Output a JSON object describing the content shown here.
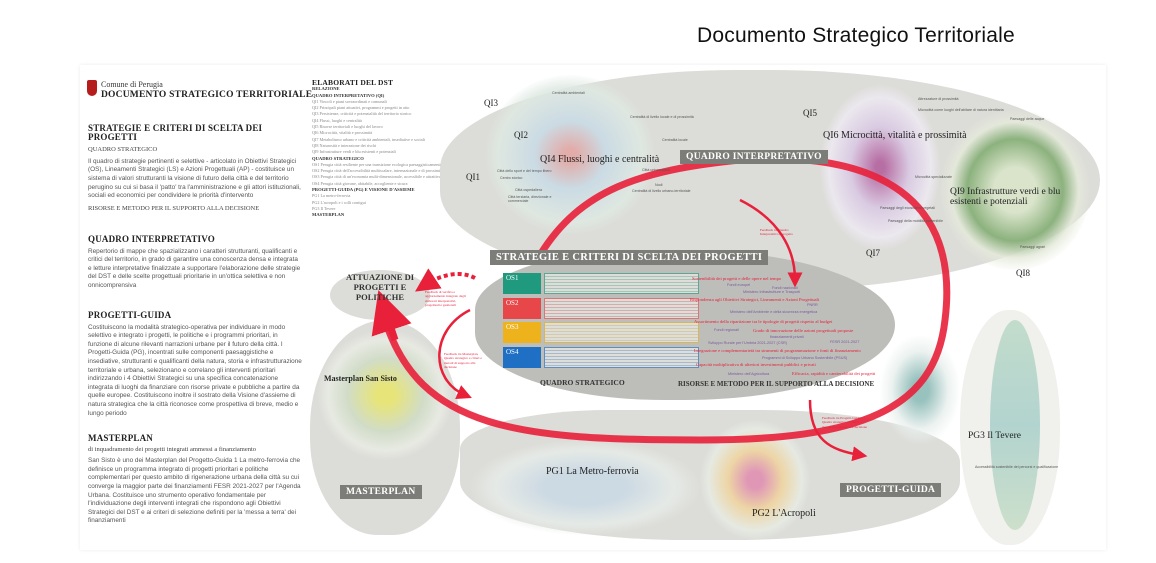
{
  "title": "Documento Strategico Territoriale",
  "header": {
    "comune": "Comune di Perugia",
    "doc": "DOCUMENTO STRATEGICO  TERRITORIALE"
  },
  "left": {
    "s1_title": "STRATEGIE E CRITERI DI SCELTA DEI PROGETTI",
    "s1_sub": "QUADRO STRATEGICO",
    "s1_text": "Il quadro di strategie pertinenti e selettive - articolato in Obiettivi Strategici (OS), Lineamenti Strategici (LS) e Azioni Progettuali (AP) - costituisce un sistema di valori strutturanti la visione di futuro della città e del territorio perugino su cui si basa il 'patto' tra l'amministrazione e gli attori istituzionali, sociali ed economici per condividere le priorità d'intervento",
    "s1_sub2": "RISORSE E METODO PER IL SUPPORTO ALLA DECISIONE",
    "s2_title": "QUADRO INTERPRETATIVO",
    "s2_text": "Repertorio di mappe che spazializzano i caratteri strutturanti, qualificanti e critici del territorio, in grado di garantire una conoscenza densa e integrata e letture interpretative finalizzate a supportare l'elaborazione delle strategie del DST e delle scelte progettuali prioritarie in un'ottica selettiva e non onnicomprensiva",
    "s3_title": "PROGETTI-GUIDA",
    "s3_text": "Costituiscono la modalità strategico-operativa per individuare in modo selettivo e integrato i progetti, le politiche e i programmi prioritari, in funzione di alcune rilevanti narrazioni urbane per il futuro della città. I Progetti-Guida (PG), incentrati sulle componenti paesaggistiche e insediative, strutturanti e qualificanti della natura, storia e infrastrutturazione territoriale e urbana, selezionano e correlano gli interventi prioritari indirizzando i 4 Obiettivi Strategici su una specifica concatenazione integrata di luoghi da finanziare con risorse private e pubbliche a partire da quelle europee. Costituiscono inoltre il sostrato della Visione d'assieme di natura strategica che la città riconosce come prospettiva di breve, medio e lungo periodo",
    "s4_title": "MASTERPLAN",
    "s4_sub": "di inquadramento dei progetti integrati ammessi a finanziamento",
    "s4_text": "San Sisto è uno dei Masterplan del Progetto-Guida 1 La metro-ferrovia che definisce un programma integrato di progetti prioritari e politiche complementari per questo ambito di rigenerazione urbana della città su cui converge la maggior parte dei finanziamenti FESR 2021-2027 per l'Agenda Urbana. Costituisce uno strumento operativo fondamentale per l'individuazione degli interventi integrati che rispondono agli Obiettivi Strategici del DST e ai criteri di selezione definiti per la 'messa a terra' dei finanziamenti"
  },
  "elaborati": {
    "title": "ELABORATI DEL DST",
    "relazione": "RELAZIONE",
    "qi": "QUADRO INTERPRETATIVO (QI)",
    "qi_items": [
      "QI1 Vincoli e piani sovraordinati e comunali",
      "QI2 Principali piani attuativi, programmi e progetti in atto",
      "QI3 Persistenze, criticità e potenzialità del territorio storico",
      "QI4 Flussi, luoghi e centralità",
      "QI5 Risorse territoriali e luoghi del lavoro",
      "QI6 Microcittà, vitalità e prossimità",
      "QI7 Metabolismo urbano e criticità ambientali, insediative e sociali",
      "QI8 Naturosità e interazione dei rischi",
      "QI9 Infrastrutture verdi e blu esistenti e potenziali"
    ],
    "qs": "QUADRO STRATEGICO",
    "qs_items": [
      "OS1 Perugia città resiliente per una transizione ecologica paesaggisticamente orientata",
      "OS2 Perugia città dell'accessibilità multiscalare, internazionale e di prossimità",
      "OS3 Perugia città di un'economia multi-dimensionale, accessibile e attrattiva",
      "OS4 Perugia città giovane, abitabile, accogliente e sicura"
    ],
    "pg": "PROGETTI-GUIDA (PG) E VISIONE D'ASSIEME",
    "pg_items": [
      "PG1 La metro-ferrovia",
      "PG2 L'acropoli e i colli contigui",
      "PG3 Il Tevere"
    ],
    "masterplan": "MASTERPLAN"
  },
  "diagram": {
    "attuazione": "ATTUAZIONE DI PROGETTI E POLITICHE",
    "strategie_tag": "STRATEGIE E CRITERI DI SCELTA DEI PROGETTI",
    "quadro_interp_tag": "QUADRO INTERPRETATIVO",
    "quadro_strategico": "QUADRO STRATEGICO",
    "risorse": "RISORSE E METODO PER IL SUPPORTO ALLA DECISIONE",
    "masterplan_tag": "MASTERPLAN",
    "progetti_tag": "PROGETTI-GUIDA",
    "masterplan_label": "Masterplan San Sisto",
    "pg1": "PG1 La Metro-ferrovia",
    "pg2": "PG2 L'Acropoli",
    "pg3": "PG3 Il Tevere",
    "qi_labels": {
      "q1": "QI1",
      "q2": "QI2",
      "q3": "QI3",
      "q4": "QI4 Flussi, luoghi e centralità",
      "q5": "QI5",
      "q6": "QI6 Microcittà, vitalità e prossimità",
      "q7": "QI7",
      "q8": "QI8",
      "q9": "QI9 Infrastrutture verdi e blu esistenti e potenziali"
    },
    "map_notes": [
      "Centralità ambientali",
      "Centralità di livello locale e di prossimità",
      "Centralità locale",
      "Città universitaria",
      "Nodi",
      "Centralità di livello urbano-territoriale",
      "Città dello sport e del tempo libero",
      "Centro storico",
      "Città ospedaliera",
      "Città terziaria, direzionale e commerciale",
      "Attrezzature di prossimità",
      "Microcittà come luoghi dell'abitare di natura identitaria",
      "Paesaggi delle acque",
      "Microcittà specializzate",
      "Paesaggi degli ecosistemi vegetali",
      "Paesaggi della mobilità sostenibile",
      "Paesaggi agrari",
      "Accessibilità sostenibile dei percorsi e qualificazione"
    ],
    "os": [
      {
        "code": "OS1",
        "color": "#1f9a7e"
      },
      {
        "code": "OS2",
        "color": "#e8474a"
      },
      {
        "code": "OS3",
        "color": "#eeb21c"
      },
      {
        "code": "OS4",
        "color": "#1f6fc4"
      }
    ],
    "criteria": [
      "Sostenibilità dei progetti e delle opere nel tempo",
      "Rispondenza agli Obiettivi Strategici, Lineamenti e Azioni Progettuali",
      "Assortimento della ripartizione tra le tipologie di progetti rispetto al budget",
      "Grado di innovazione delle azioni progettuali proposte",
      "Integrazione e complementarietà tra strumenti di programmazione e fonti di finanziamento",
      "Capacità moltiplicativa di ulteriori investimenti pubblici e privati",
      "Efficacia, rapidità e cantierabilità dei progetti"
    ],
    "funds": [
      "Fondi europei",
      "Fondi nazionali",
      "Ministero Infrastrutture e Trasporti",
      "PNRR",
      "Ministero dell'Ambiente e della sicurezza energetica",
      "Fondi regionali",
      "finanziamenti privati",
      "Sviluppo Rurale per l'Umbria 2021-2027 (CSR)",
      "FESR 2021-2027",
      "Programmi di Sviluppo Urbano Sostenibile (PSUS)",
      "Ministero dell'Agricoltura"
    ],
    "feedback": [
      "Feedback di verifica e aggiornamento integrato degli elaborati interpretativi, progettuali e gestionali",
      "Feedback tra Masterplan, Quadro strategico e criteri e metodi di supporto alla decisione",
      "Feedback tra Progetti-Guida, Quadro strategico e criteri e metodi di supporto alla decisione",
      "Feedback tra Quadro Interpretativo e progetto"
    ]
  },
  "colors": {
    "accent": "#e8203a",
    "blob": "#dcdcd8",
    "tag": "#7c7c78"
  }
}
